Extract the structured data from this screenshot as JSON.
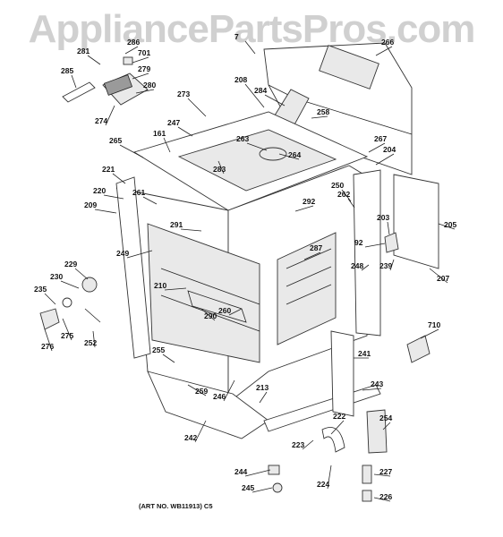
{
  "watermark": "AppliancePartsPros.com",
  "art_number": "(ART NO. WB11913) C5",
  "callouts": [
    "7",
    "266",
    "281",
    "286",
    "701",
    "279",
    "285",
    "280",
    "274",
    "273",
    "208",
    "284",
    "258",
    "247",
    "161",
    "263",
    "264",
    "283",
    "265",
    "267",
    "204",
    "221",
    "220",
    "261",
    "209",
    "250",
    "262",
    "292",
    "203",
    "205",
    "291",
    "287",
    "92",
    "239",
    "249",
    "248",
    "207",
    "229",
    "230",
    "235",
    "210",
    "290",
    "260",
    "276",
    "275",
    "252",
    "710",
    "241",
    "255",
    "259",
    "246",
    "213",
    "243",
    "242",
    "222",
    "254",
    "223",
    "244",
    "224",
    "227",
    "245",
    "226"
  ]
}
